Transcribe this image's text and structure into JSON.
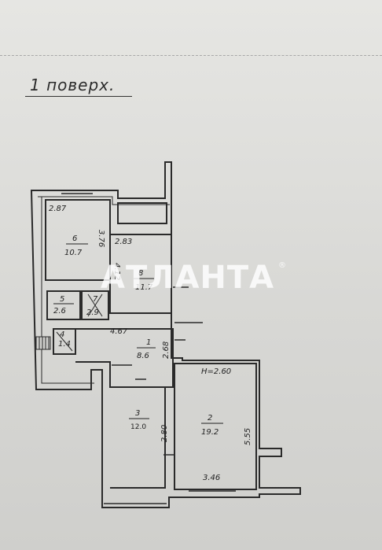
{
  "floor_title": "1 поверх.",
  "watermark": {
    "text": "АТЛАНТА",
    "mark": "®"
  },
  "rooms": [
    {
      "id": "6",
      "area": "10.7"
    },
    {
      "id": "8",
      "area": "11.7"
    },
    {
      "id": "5",
      "area": "2.6"
    },
    {
      "id": "7",
      "area": "2.9"
    },
    {
      "id": "4",
      "area": "1.4"
    },
    {
      "id": "1",
      "area": "8.6"
    },
    {
      "id": "3",
      "area": "12.0"
    },
    {
      "id": "2",
      "area": "19.2"
    }
  ],
  "dimensions": {
    "d287": "2.87",
    "d376": "3.76",
    "d283": "2.83",
    "d412": "4.12",
    "d467": "4.67",
    "d268": "2.68",
    "height": "H=2.60",
    "d555": "5.55",
    "d280": "2.80",
    "d346": "3.46"
  }
}
